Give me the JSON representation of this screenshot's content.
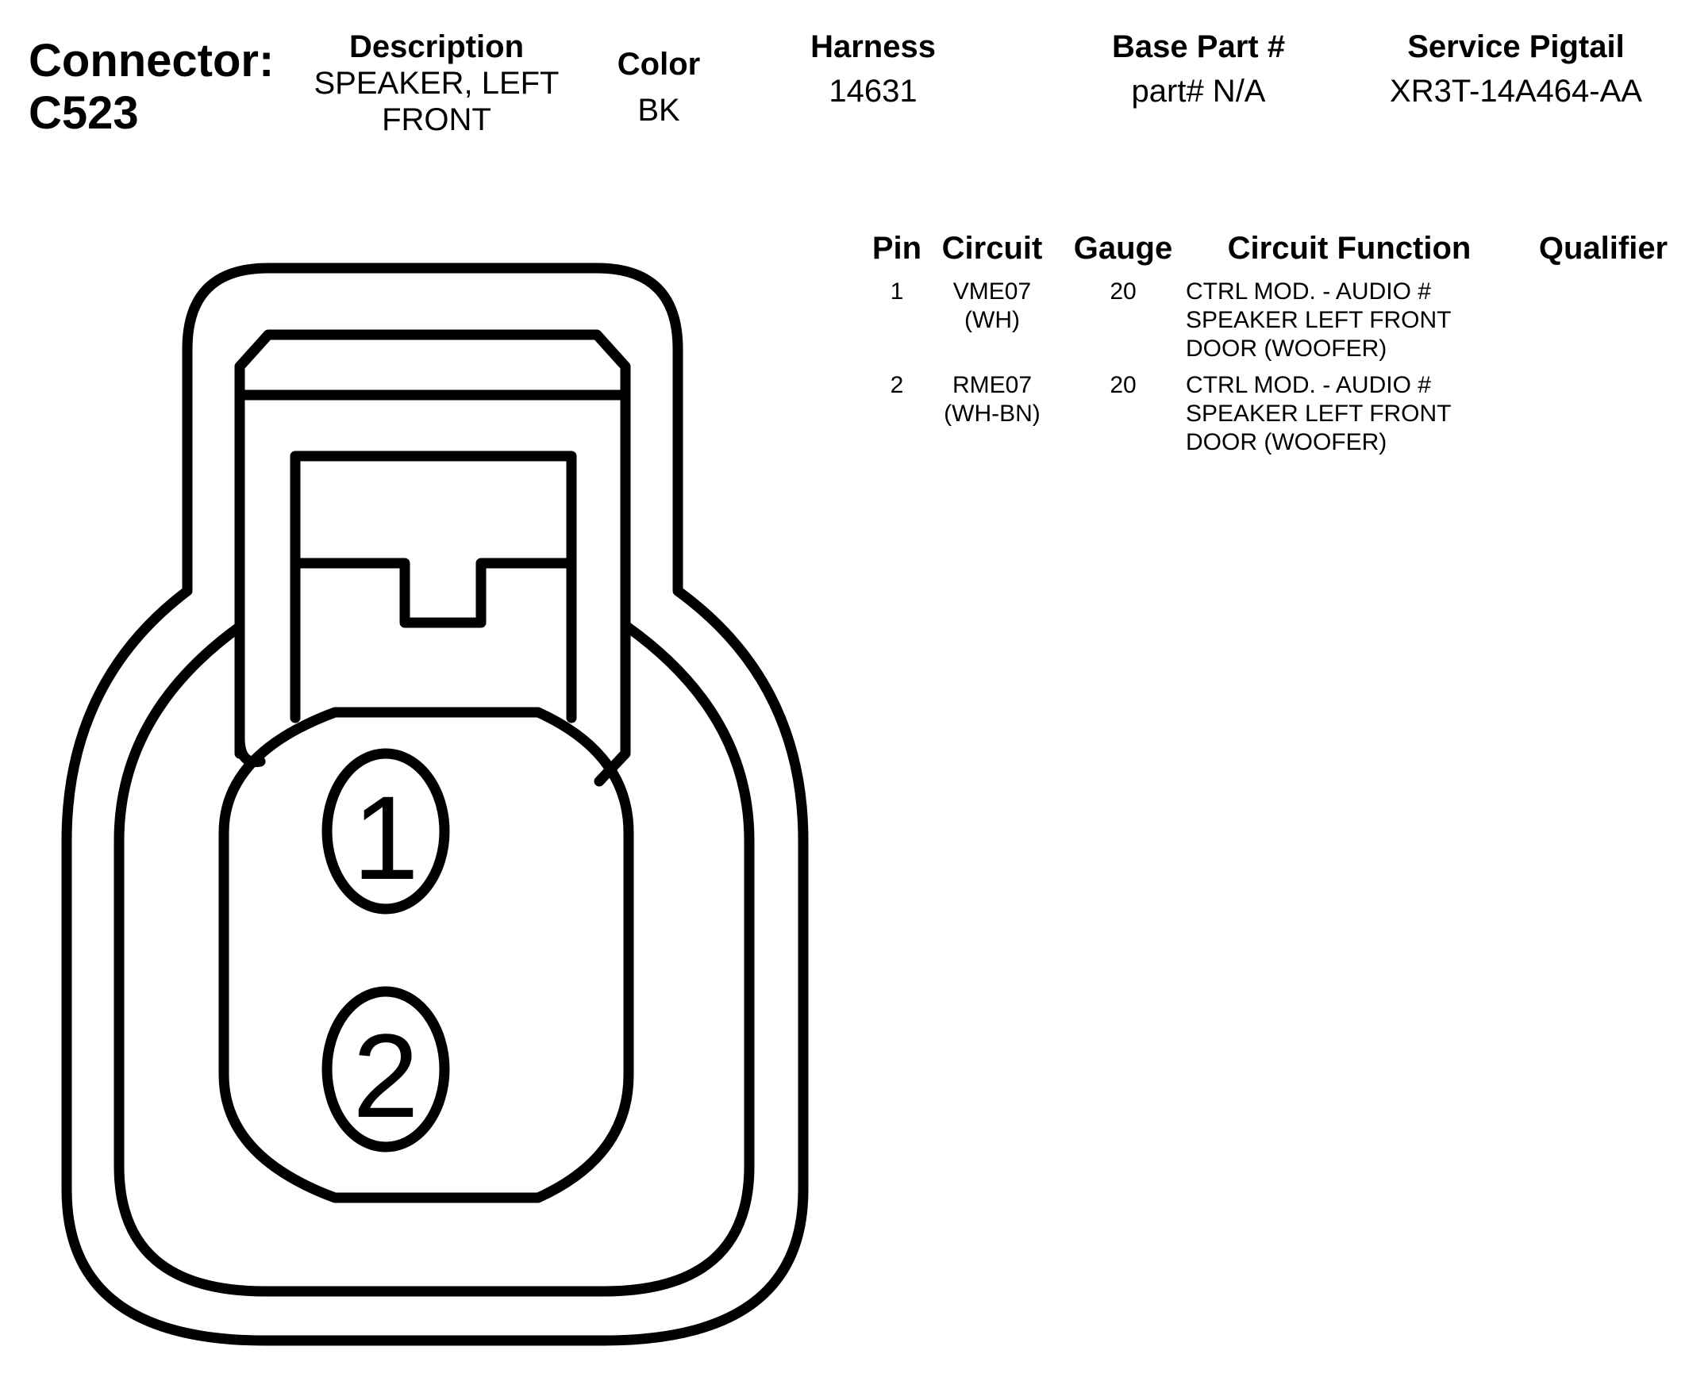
{
  "header": {
    "connector_label": "Connector:",
    "connector_id": "C523",
    "description_label": "Description",
    "description_line1": "SPEAKER, LEFT",
    "description_line2": "FRONT",
    "color_label": "Color",
    "color_value": "BK",
    "harness_label": "Harness",
    "harness_value": "14631",
    "base_part_label": "Base Part #",
    "base_part_value": "part# N/A",
    "service_pigtail_label": "Service Pigtail",
    "service_pigtail_value": "XR3T-14A464-AA"
  },
  "pin_table": {
    "headers": {
      "pin": "Pin",
      "circuit": "Circuit",
      "gauge": "Gauge",
      "circuit_function": "Circuit Function",
      "qualifier": "Qualifier"
    },
    "rows": [
      {
        "pin": "1",
        "circuit_line1": "VME07",
        "circuit_line2": "(WH)",
        "gauge": "20",
        "function_line1": "CTRL MOD. - AUDIO #",
        "function_line2": "SPEAKER LEFT FRONT",
        "function_line3": "DOOR (WOOFER)",
        "qualifier": ""
      },
      {
        "pin": "2",
        "circuit_line1": "RME07",
        "circuit_line2": "(WH-BN)",
        "gauge": "20",
        "function_line1": "CTRL MOD. - AUDIO #",
        "function_line2": "SPEAKER LEFT FRONT",
        "function_line3": "DOOR (WOOFER)",
        "qualifier": ""
      }
    ]
  },
  "diagram": {
    "pin_labels": [
      "1",
      "2"
    ],
    "stroke_color": "#000000",
    "background_color": "#ffffff"
  }
}
